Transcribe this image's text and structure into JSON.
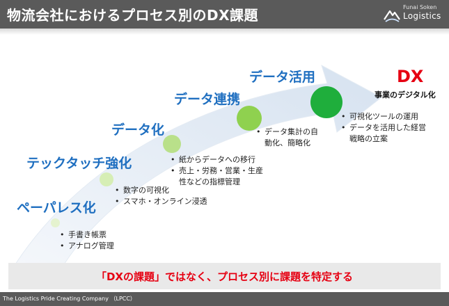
{
  "header": {
    "title": "物流会社におけるプロセス別のDX課題",
    "logo_top": "Funai Soken",
    "logo_main": "Logistics"
  },
  "stages": [
    {
      "label": "ペーパレス化",
      "bullets": [
        "手書き帳票",
        "アナログ管理"
      ]
    },
    {
      "label": "テックタッチ強化",
      "bullets": [
        "数字の可視化",
        "スマホ・オンライン浸透"
      ]
    },
    {
      "label": "データ化",
      "bullets": [
        "紙からデータへの移行",
        "売上・労務・営業・生産",
        "性などの指標管理"
      ]
    },
    {
      "label": "データ連携",
      "bullets": [
        "データ集計の自",
        "動化、簡略化"
      ]
    },
    {
      "label": "データ活用",
      "bullets": [
        "可視化ツールの運用",
        "データを活用した経営",
        "戦略の立案"
      ]
    }
  ],
  "goal": {
    "title": "DX",
    "subtitle": "事業のデジタル化"
  },
  "banner": "「DXの課題」ではなく、プロセス別に課題を特定する",
  "footer": "The Logistics Pride Creating Company （LPCC）",
  "colors": {
    "header_bg": "#5a5a5a",
    "stage_text": "#1f6fc0",
    "accent_red": "#e60012",
    "circle_light": "#d9efb8",
    "circle_mid": "#8fd14f",
    "circle_dark": "#1fae3c"
  }
}
